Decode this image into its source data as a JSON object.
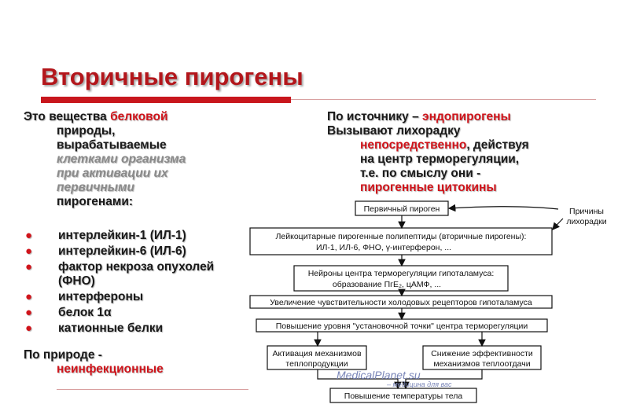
{
  "title": "Вторичные пирогены",
  "left": {
    "intro_prefix": "Это вещества ",
    "intro_red": "белковой",
    "intro_l2": "природы,",
    "intro_l3": "вырабатываемые",
    "intro_grey_l1": "клетками организма",
    "intro_grey_l2": "при активации их",
    "intro_grey_l3": "первичными",
    "intro_l4": "пирогенами:",
    "bullets": [
      "интерлейкин-1 (ИЛ-1)",
      "интерлейкин-6 (ИЛ-6)",
      "фактор некроза опухолей (ФНО)",
      "интерфероны",
      "белок 1α",
      "катионные белки"
    ],
    "nature_label": "По природе -",
    "nature_value": "неинфекционные"
  },
  "right": {
    "source_label": "По источнику – ",
    "source_value": "эндопирогены",
    "cause_l1": "Вызывают лихорадку",
    "cause_red": "непосредственно",
    "cause_l2_rest": ", действуя",
    "cause_l3": "на центр терморегуляции,",
    "cause_l4": "т.е. по смыслу они -",
    "cause_l5": "пирогенные цитокины"
  },
  "diagram": {
    "primary": "Первичный пироген",
    "causes_l1": "Причины",
    "causes_l2": "лихорадки",
    "leuko_l1": "Лейкоцитарные пирогенные полипептиды (вторичные пирогены):",
    "leuko_l2": "ИЛ-1, ИЛ-6, ФНО, γ-интерферон, ...",
    "neurons_l1": "Нейроны центра терморегуляции гипоталамуса:",
    "neurons_l2": "образование ПгЕ₂, цАМФ, ...",
    "sensitivity": "Увеличение чувствительности холодовых рецепторов гипоталамуса",
    "setpoint": "Повышение уровня \"установочной точки\" центра терморегуляции",
    "heatprod_l1": "Активация механизмов",
    "heatprod_l2": "теплопродукции",
    "heatloss_l1": "Снижение эффективности",
    "heatloss_l2": "механизмов теплоотдачи",
    "result": "Повышение температуры тела",
    "watermark_l1": "MedicalPlanet.su",
    "watermark_l2": "– медицина для вас"
  }
}
